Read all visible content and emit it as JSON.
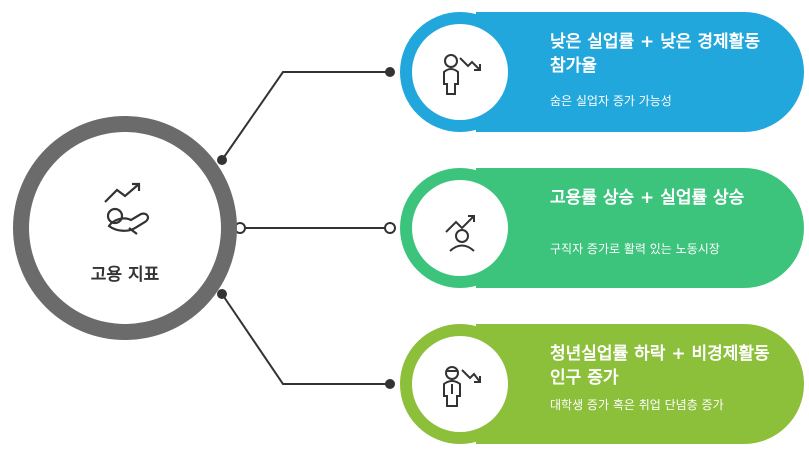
{
  "hub": {
    "label": "고용 지표",
    "icon": "person-trend-up-icon"
  },
  "cards": [
    {
      "title": "낮은 실업률 + 낮은 경제활동참가율",
      "description": "숨은 실업자 증가 가능성",
      "icon": "person-trend-down-icon",
      "color": "#21a7dc"
    },
    {
      "title": "고용률 상승 + 실업률 상승",
      "description": "구직자 증가로 활력 있는 노동시장",
      "icon": "person-trend-up-icon",
      "color": "#3cc47d"
    },
    {
      "title": "청년실업률 하락 + 비경제활동인구 증가",
      "description": "대학생 증가 혹은 취업 단념층 증가",
      "icon": "student-trend-down-icon",
      "color": "#8cbf3a"
    }
  ],
  "colors": {
    "hub_ring": "#6b6b6b",
    "connector": "#333333"
  }
}
